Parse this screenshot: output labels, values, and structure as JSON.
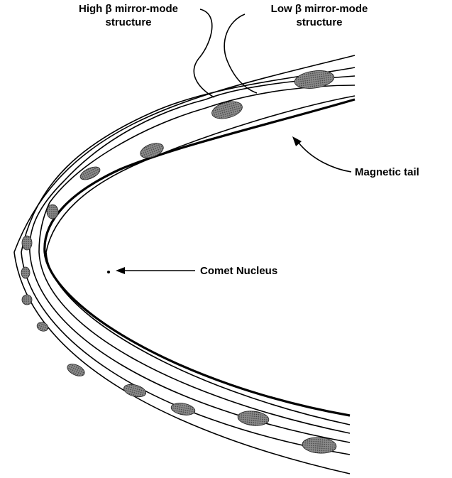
{
  "labels": {
    "high_beta": {
      "line1": "High β mirror-mode",
      "line2": "structure"
    },
    "low_beta": {
      "line1": "Low β mirror-mode",
      "line2": "structure"
    },
    "magnetic_tail": "Magnetic tail",
    "comet_nucleus": "Comet Nucleus"
  },
  "colors": {
    "line": "#000000",
    "blob": "#6e6e6e",
    "background": "#ffffff"
  }
}
